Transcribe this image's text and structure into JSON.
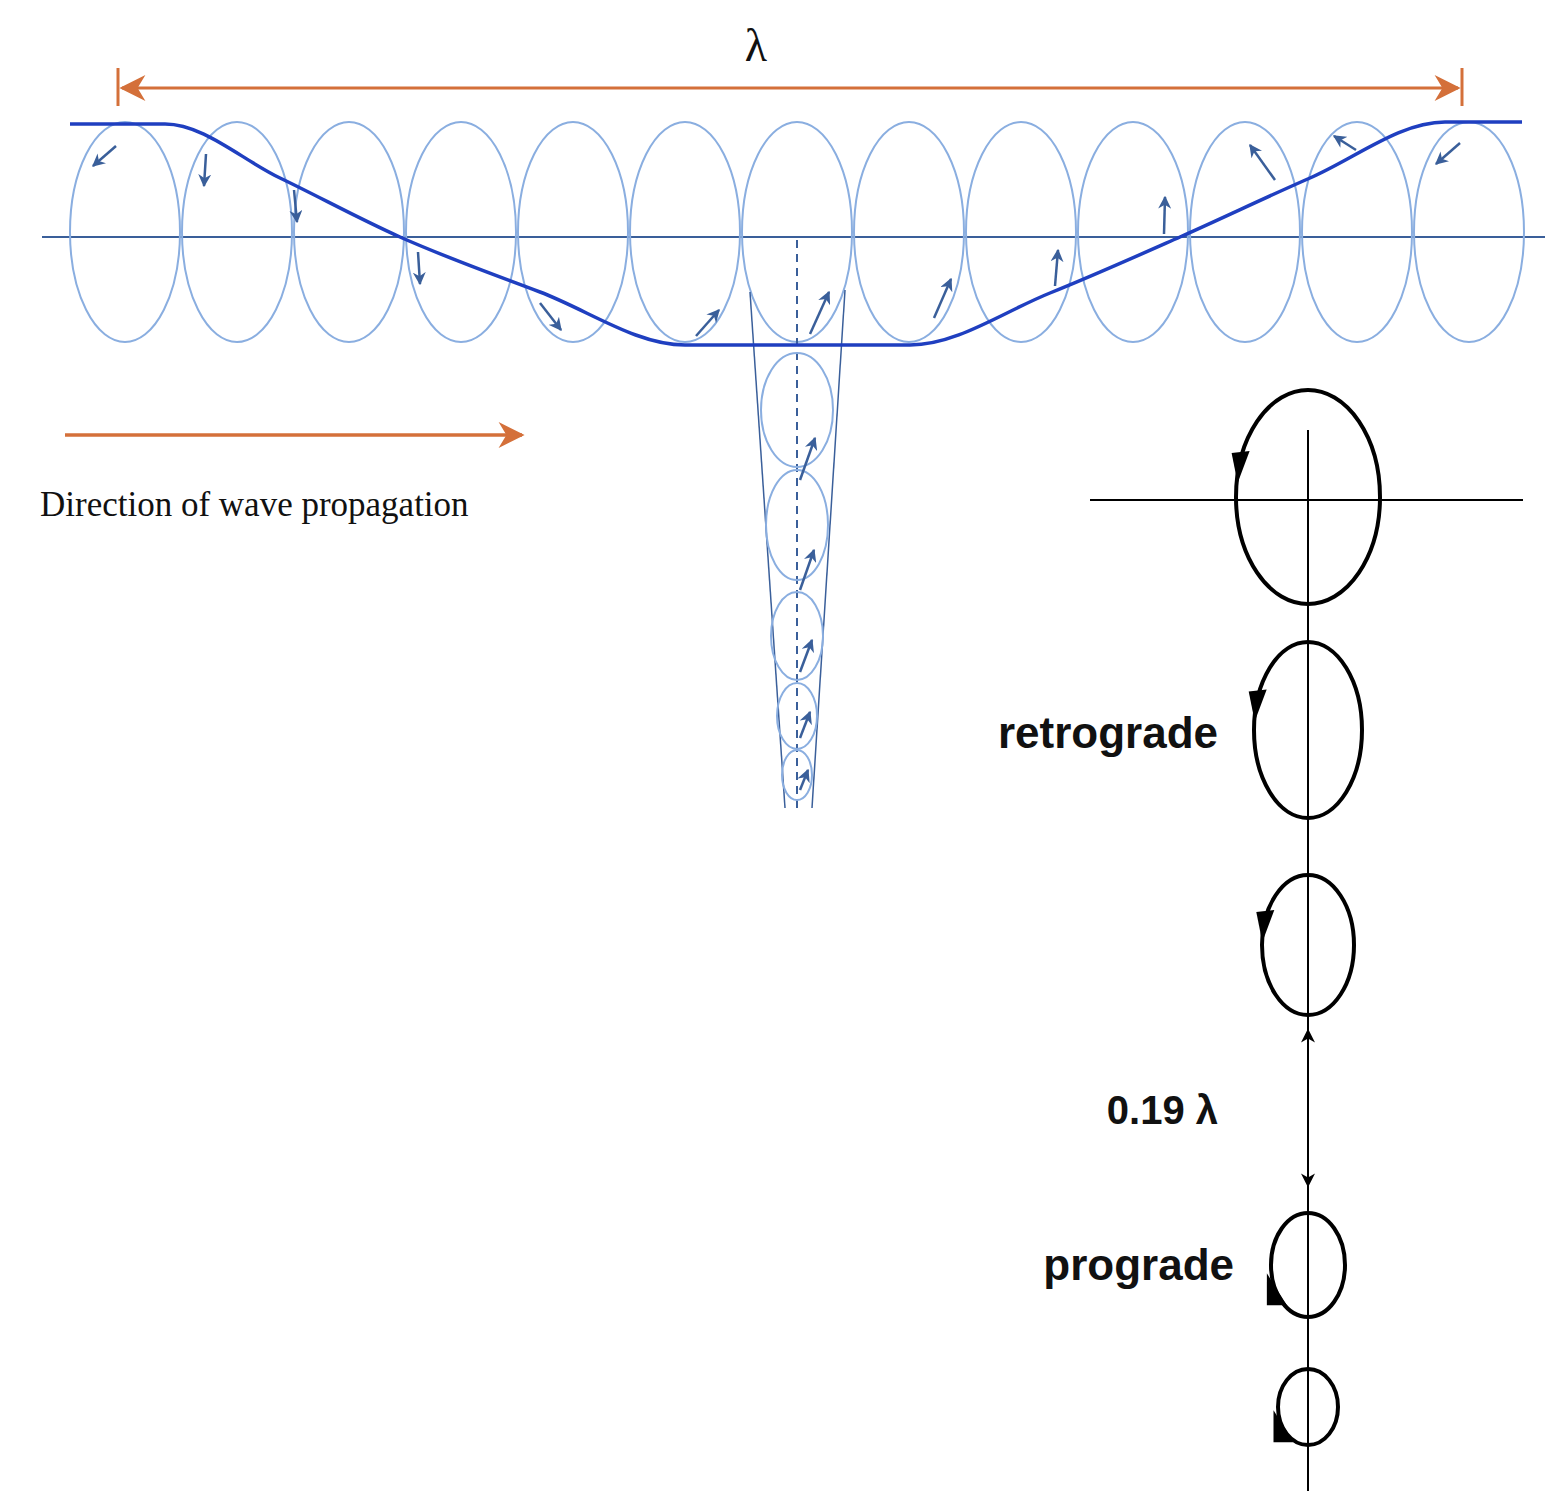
{
  "diagram": {
    "labels": [
      "λ",
      "Direction of wave propagation",
      "retrograde",
      "0.19 λ",
      "prograde"
    ]
  }
}
